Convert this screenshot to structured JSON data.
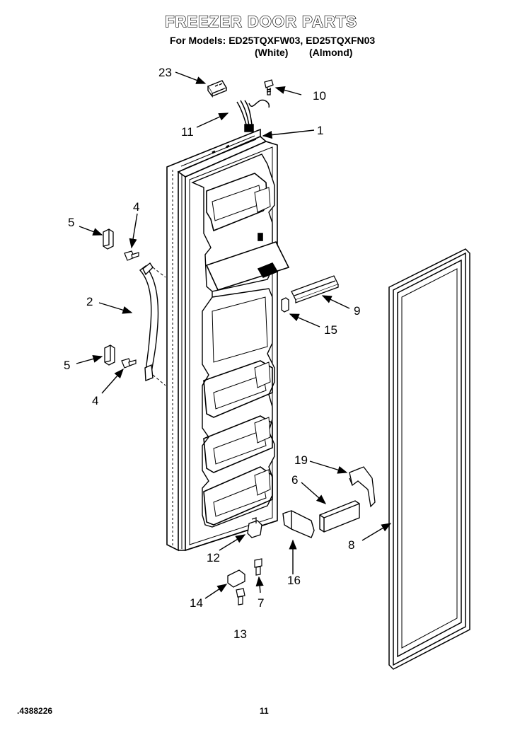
{
  "header": {
    "title": "FREEZER DOOR PARTS",
    "models_line": "For Models: ED25TQXFW03, ED25TQXFN03",
    "variant_white": "(White)",
    "variant_almond": "(Almond)"
  },
  "callouts": {
    "c1": "1",
    "c2": "2",
    "c4a": "4",
    "c4b": "4",
    "c5a": "5",
    "c5b": "5",
    "c6": "6",
    "c7": "7",
    "c8": "8",
    "c9": "9",
    "c10": "10",
    "c11": "11",
    "c12": "12",
    "c13": "13",
    "c14": "14",
    "c15": "15",
    "c16": "16",
    "c19": "19",
    "c23": "23"
  },
  "footer": {
    "doc_number": "4388226",
    "page_number": "11"
  }
}
